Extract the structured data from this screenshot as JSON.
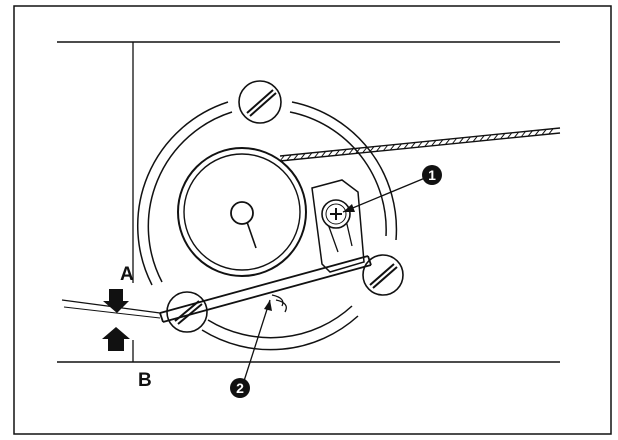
{
  "diagram": {
    "labels": {
      "a": "A",
      "b": "B"
    },
    "callouts": [
      {
        "id": "1",
        "text": "1",
        "target": "setscrew"
      },
      {
        "id": "2",
        "text": "2",
        "target": "thread-guide"
      }
    ],
    "colors": {
      "line": "#111111",
      "background": "#ffffff",
      "callout_fill": "#111111"
    }
  }
}
